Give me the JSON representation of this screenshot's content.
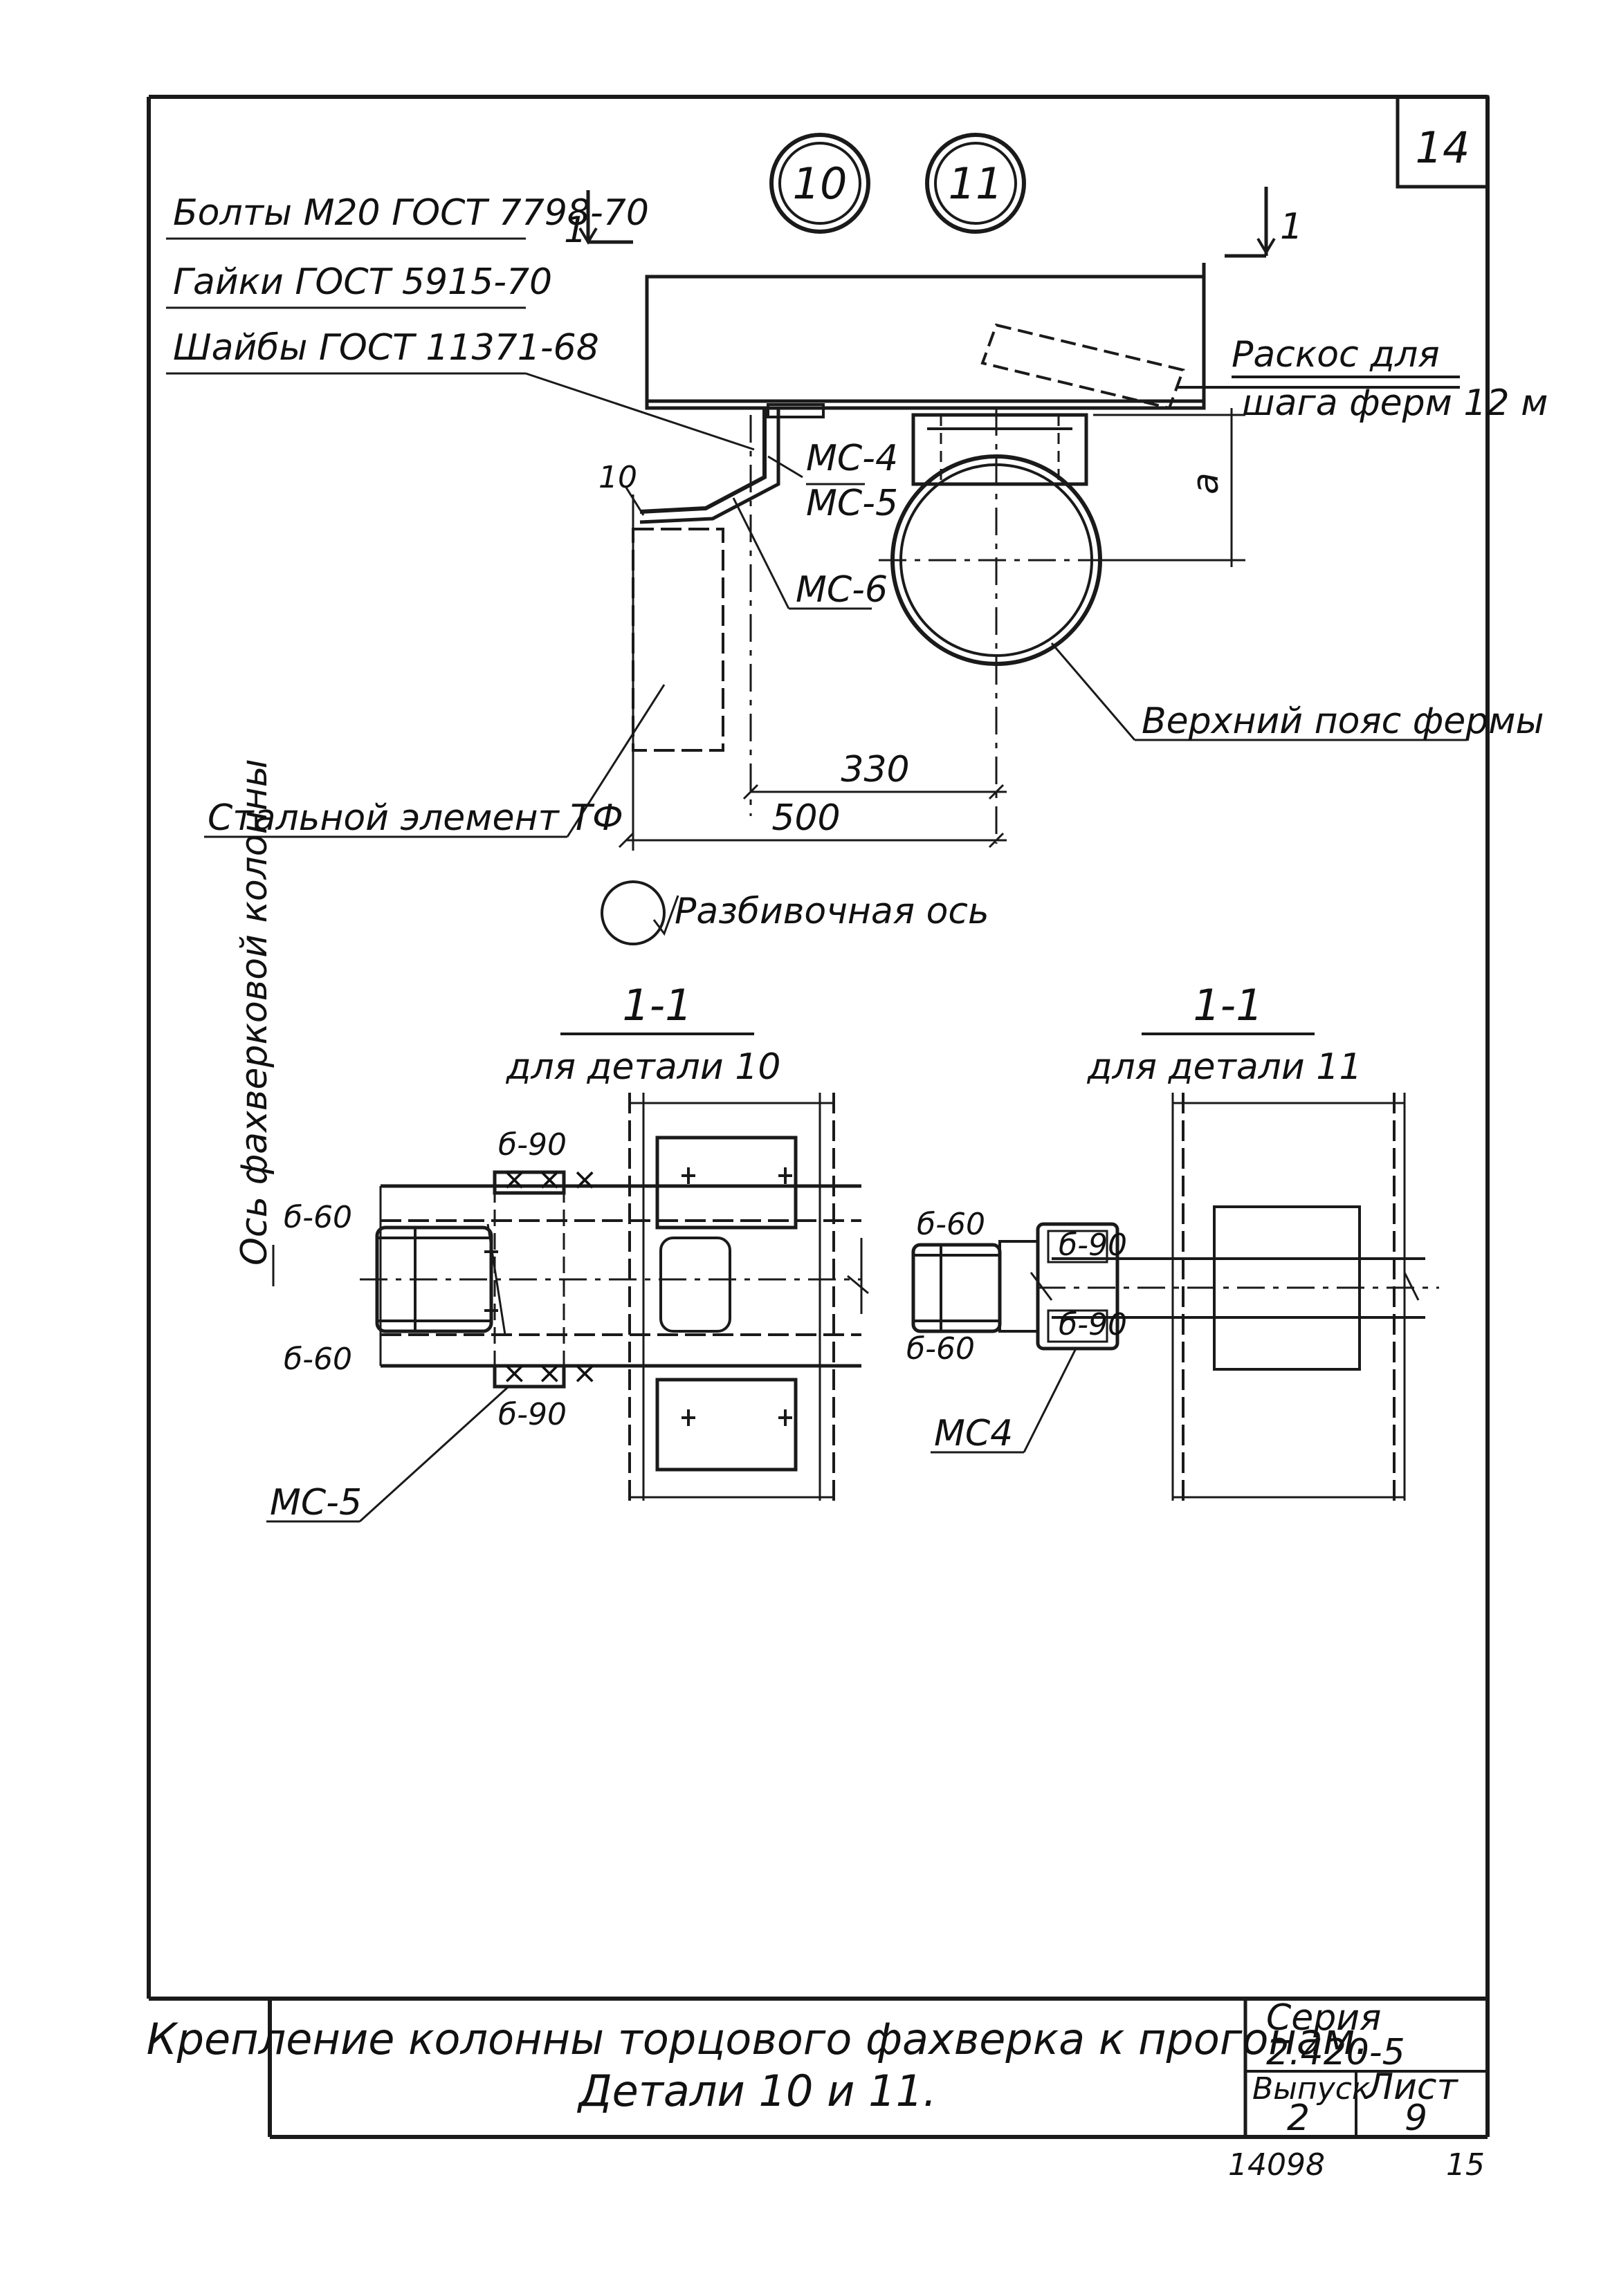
{
  "sheet": {
    "page_number": "14",
    "detail_10": "10",
    "detail_11": "11",
    "bottom_code": "14098",
    "bottom_page": "15"
  },
  "notes": {
    "bolts": "Болты М20 ГОСТ 7798-70",
    "nuts": "Гайки ГОСТ 5915-70",
    "washers": "Шайбы ГОСТ 11371-68"
  },
  "section_marks": {
    "left": "1",
    "right": "1"
  },
  "labels": {
    "brace": "Раскос для",
    "brace_line2": "шага ферм 12 м",
    "mc4": "МС-4",
    "mc5": "МС-5",
    "mc6": "МС-6",
    "dim_a": "а",
    "dim_10": "10",
    "chord": "Верхний пояс фермы",
    "steel_element": "Стальной элемент ТФ",
    "dim_330": "330",
    "dim_500": "500",
    "axis": "Разбивочная ось",
    "column_axis": "Ось фахверковой колонны"
  },
  "section_10": {
    "title": "1-1",
    "subtitle": "для детали 10",
    "b90_top": "б-90",
    "b60_top": "б-60",
    "b60_bottom": "б-60",
    "b90_bottom": "б-90",
    "mc5": "МС-5"
  },
  "section_11": {
    "title": "1-1",
    "subtitle": "для детали 11",
    "b60_top": "б-60",
    "b90_top": "б-90",
    "b60_bottom": "б-60",
    "b90_bottom": "б-90",
    "mc4": "МС4"
  },
  "title_block": {
    "title_line1": "Крепление колонны торцового фахверка к прогонам.",
    "title_line2": "Детали 10 и 11.",
    "series_label": "Серия",
    "series_value": "2.420-5",
    "issue_label": "Выпуск",
    "issue_value": "2",
    "sheet_label": "Лист",
    "sheet_value": "9"
  }
}
